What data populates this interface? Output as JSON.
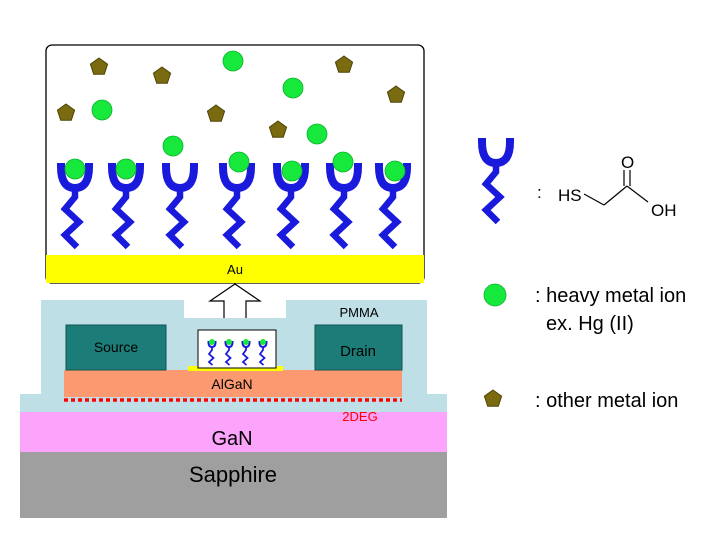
{
  "inset": {
    "electrode_label": "Au"
  },
  "device": {
    "coating_label": "PMMA",
    "source_label": "Source",
    "drain_label": "Drain",
    "barrier_label": "AlGaN",
    "channel_label": "2DEG",
    "buffer_label": "GaN",
    "substrate_label": "Sapphire"
  },
  "legend": {
    "separator": ":",
    "molecule": {
      "thiol_group": "HS",
      "carbonyl_atom": "O",
      "hydroxyl_group": "OH"
    },
    "heavy_ion": {
      "line1": ": heavy metal ion",
      "line2": "ex. Hg (II)"
    },
    "other_ion": {
      "line1": ": other metal ion"
    }
  },
  "colors": {
    "receptor": "#1a1adc",
    "heavy_ion": "#16e83c",
    "other_ion": "#7a6a10",
    "gold": "#ffff00",
    "pmma": "#bfdfe6",
    "contact": "#1c7d78",
    "algan": "#fb9a70",
    "channel": "#ff0000",
    "gan": "#fca3fc",
    "sapphire": "#9f9f9f"
  }
}
